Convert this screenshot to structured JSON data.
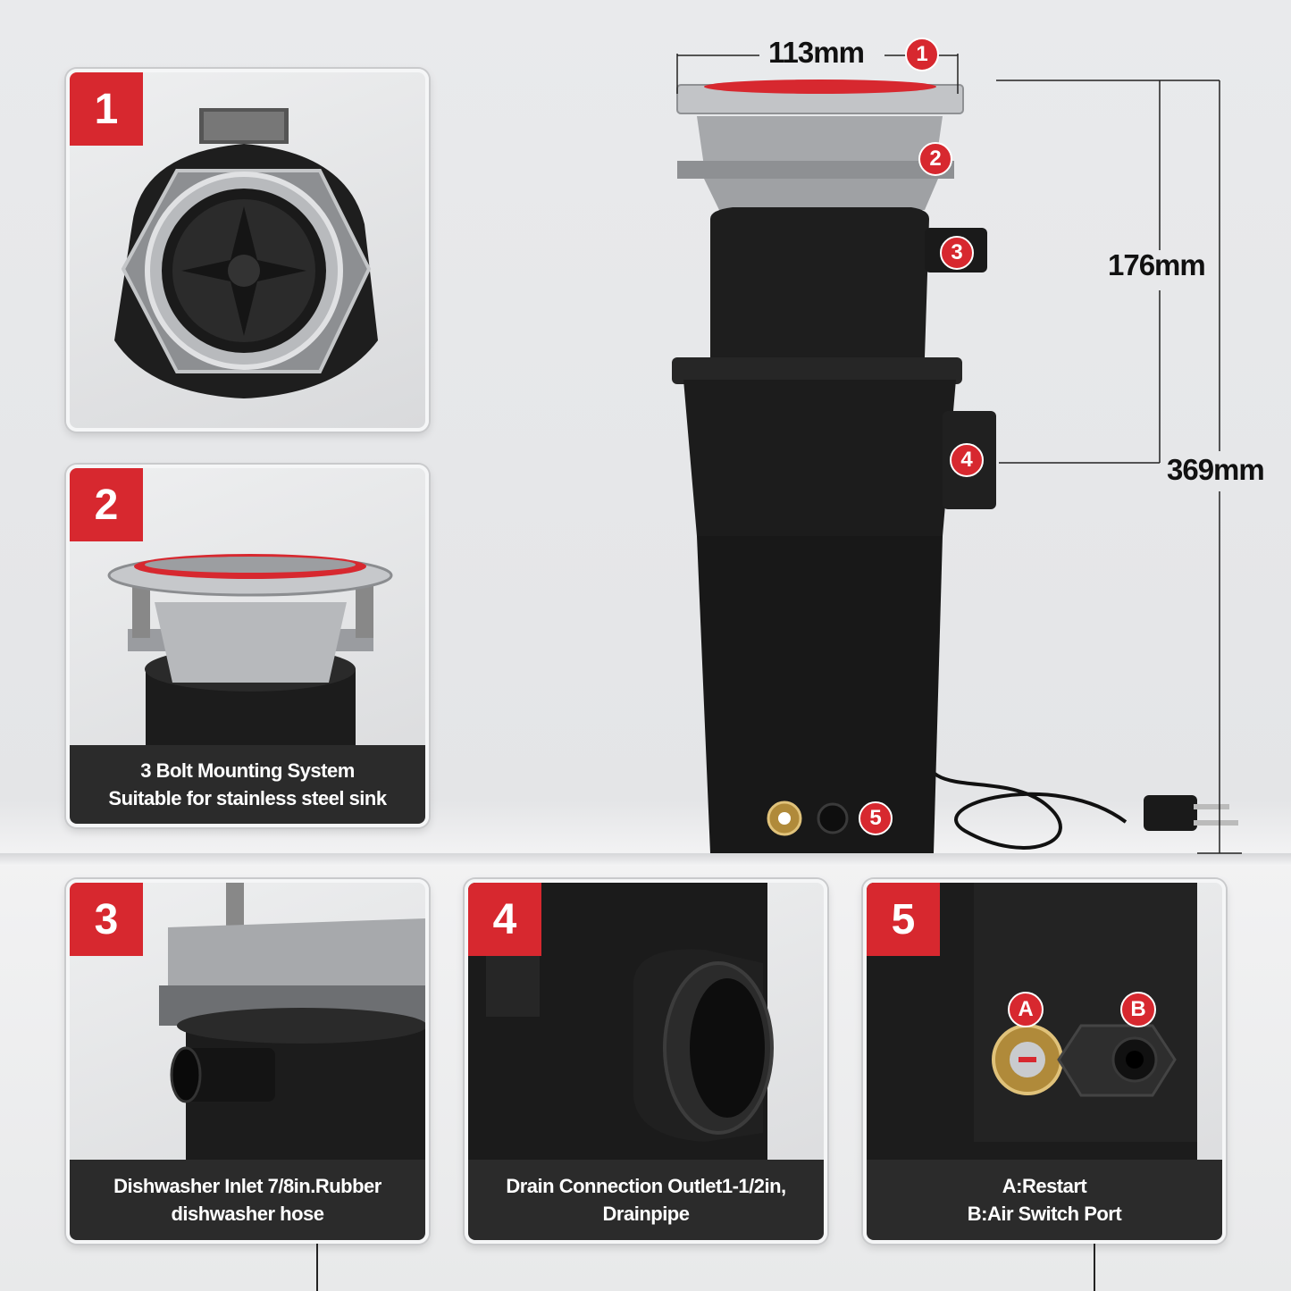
{
  "panels": [
    {
      "number": "1"
    },
    {
      "number": "2",
      "caption_line1": "3 Bolt Mounting System",
      "caption_line2": "Suitable for stainless steel sink"
    },
    {
      "number": "3",
      "caption_line1": "Dishwasher Inlet 7/8in.Rubber",
      "caption_line2": "dishwasher hose"
    },
    {
      "number": "4",
      "caption_line1": "Drain Connection Outlet1-1/2in,",
      "caption_line2": "Drainpipe"
    },
    {
      "number": "5",
      "caption_line1": "A:Restart",
      "caption_line2": "B:Air Switch Port",
      "label_a": "A",
      "label_b": "B"
    }
  ],
  "dimensions": {
    "width": "113mm",
    "upper_height": "176mm",
    "total_height": "369mm"
  },
  "callouts": [
    "1",
    "2",
    "3",
    "4",
    "5"
  ],
  "colors": {
    "accent": "#d7282f",
    "caption_bg": "#2b2b2b"
  }
}
